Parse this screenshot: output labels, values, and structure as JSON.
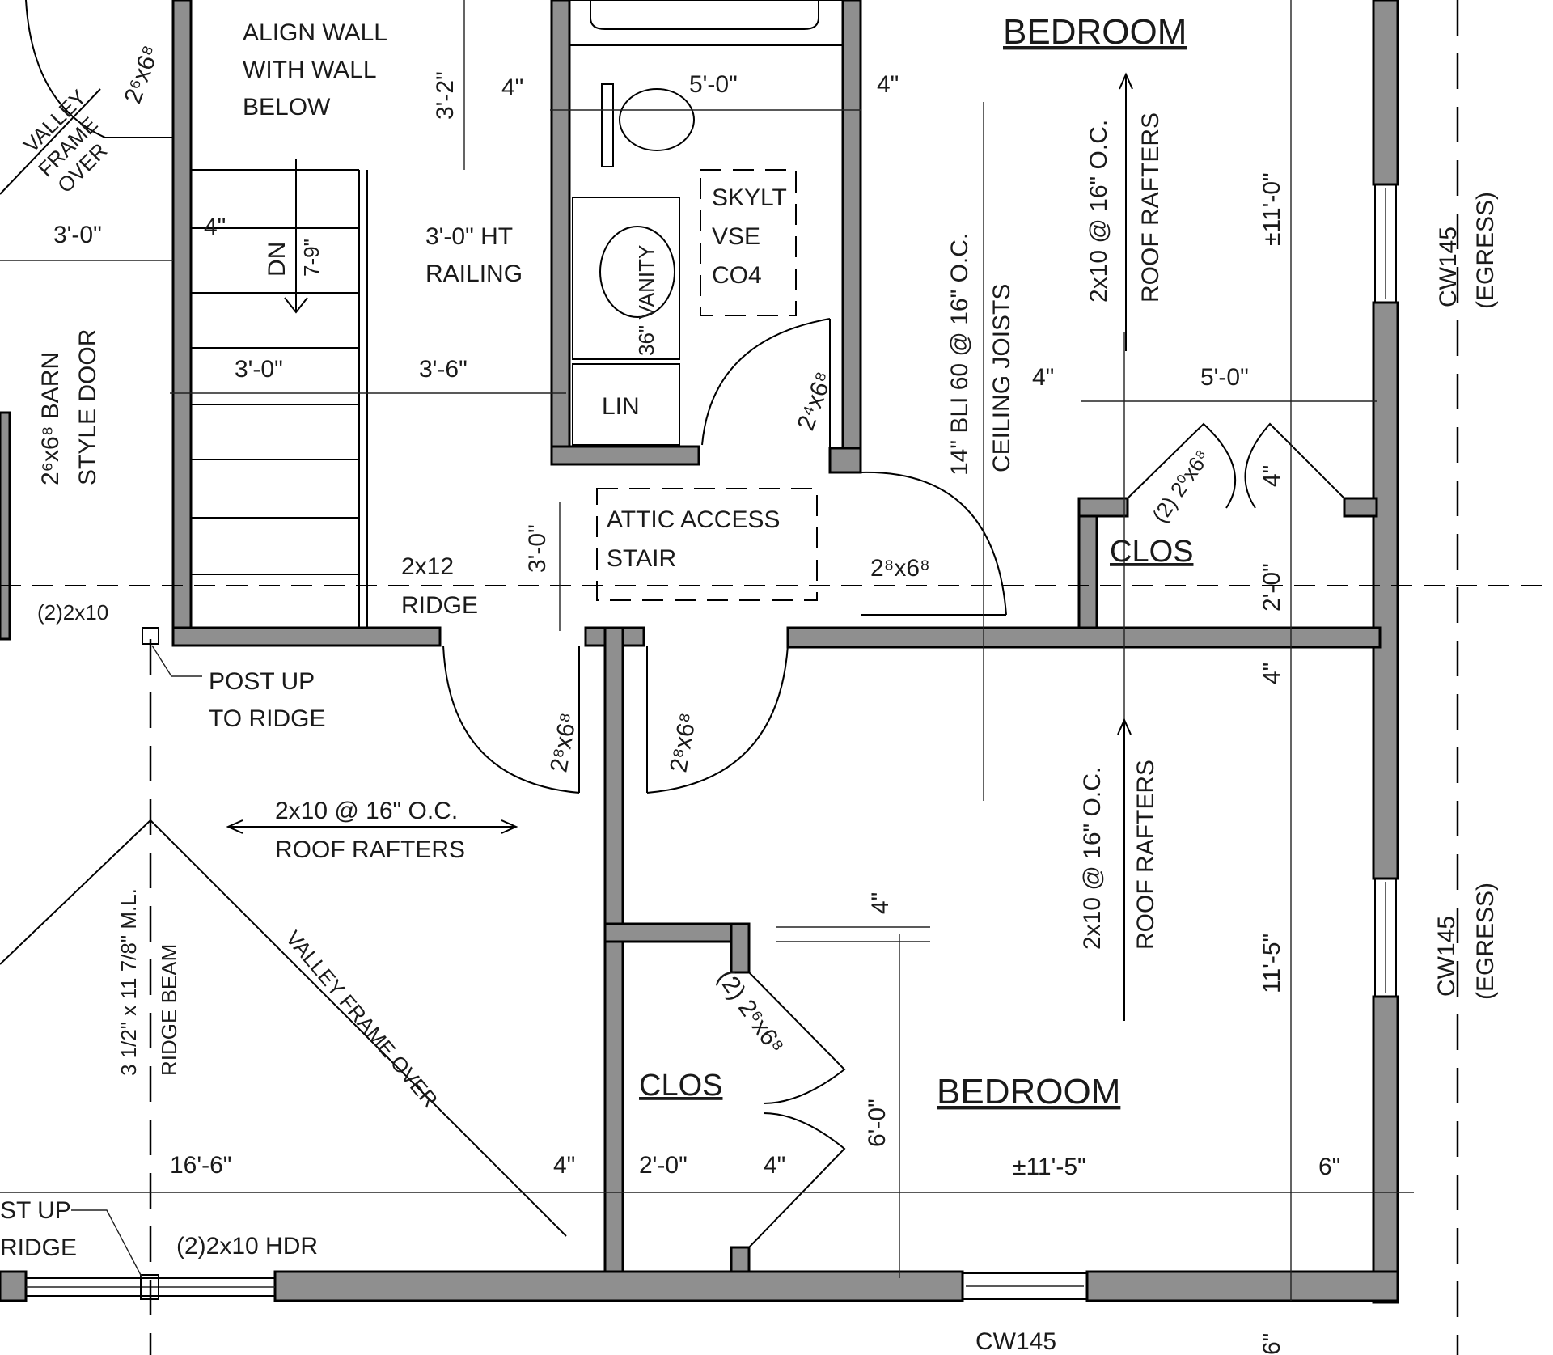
{
  "rooms": {
    "bedroom_top": "BEDROOM",
    "bedroom_bottom": "BEDROOM",
    "closet_right": "CLOS",
    "closet_left": "CLOS"
  },
  "notes": {
    "align_wall": [
      "ALIGN WALL",
      "WITH WALL",
      "BELOW"
    ],
    "valley_frame_top": [
      "VALLEY",
      "FRAME",
      "OVER"
    ],
    "barn_door": [
      "2⁶x6⁸ BARN",
      "STYLE DOOR"
    ],
    "railing": [
      "3'-0\" HT",
      "RAILING"
    ],
    "stair_dn": "DN",
    "stair_risers": "7-9\"",
    "skylight": [
      "SKYLT",
      "VSE",
      "CO4"
    ],
    "vanity": "36\" VANITY",
    "linen": "LIN",
    "attic": [
      "ATTIC ACCESS",
      "STAIR"
    ],
    "ridge": [
      "2x12",
      "RIDGE"
    ],
    "post_2x10": "(2)2x10",
    "post_up": [
      "POST UP",
      "TO RIDGE"
    ],
    "post_up_bottom": [
      "ST UP",
      "RIDGE"
    ],
    "roof_rafters_mid": [
      "2x10 @ 16\" O.C.",
      "ROOF RAFTERS"
    ],
    "ridge_beam": [
      "3 1/2\" x 11 7/8\" M.L.",
      "RIDGE BEAM"
    ],
    "valley_frame_diag": "VALLEY FRAME OVER",
    "header": "(2)2x10 HDR",
    "ceiling_joists": [
      "14\" BLI 60 @ 16\" O.C.",
      "CEILING JOISTS"
    ],
    "roof_rafters_top": [
      "2x10 @ 16\" O.C.",
      "ROOF RAFTERS"
    ],
    "roof_rafters_bottom": [
      "2x10 @ 16\" O.C.",
      "ROOF RAFTERS"
    ],
    "window_top": [
      "CW145",
      "(EGRESS)"
    ],
    "window_bottom": [
      "CW145",
      "(EGRESS)"
    ],
    "window_floor": "CW145"
  },
  "doors": {
    "d_top_left": "2⁶x6⁸",
    "d_bath": "2⁴x6⁸",
    "d_closet_pair": "(2) 2⁰x6⁸",
    "d_hall": "2⁸x6⁸",
    "d_left_a": "2⁸x6⁸",
    "d_left_b": "2⁸x6⁸",
    "d_closet_bottom": "(2) 2⁶x6⁸"
  },
  "dims": {
    "d_3_2": "3'-2\"",
    "d_4_top_l": "4\"",
    "d_5_0_top": "5'-0\"",
    "d_4_top_r": "4\"",
    "d_3_0_left": "3'-0\"",
    "d_4_stair": "4\"",
    "d_3_0_stair": "3'-0\"",
    "d_3_6": "3'-6\"",
    "d_3_0_attic": "3'-0\"",
    "d_11_0": "±11'-0\"",
    "d_4_clos": "4\"",
    "d_5_0_clos": "5'-0\"",
    "d_4_clos_v": "4\"",
    "d_2_0_clos": "2'-0\"",
    "d_4_wall": "4\"",
    "d_11_5_v": "11'-5\"",
    "d_4_bot_wall": "4\"",
    "d_6_0": "6'-0\"",
    "d_16_6": "16'-6\"",
    "d_4_bot_l": "4\"",
    "d_2_0_bot": "2'-0\"",
    "d_4_bot_m": "4\"",
    "d_11_5_h": "±11'-5\"",
    "d_6_bot_r": "6\"",
    "d_6_bottom": "6\""
  }
}
